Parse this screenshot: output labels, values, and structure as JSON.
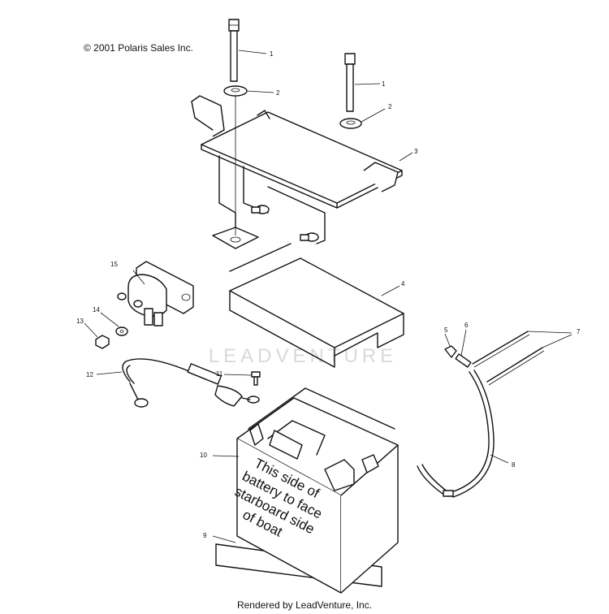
{
  "copyright": "© 2001 Polaris Sales Inc.",
  "footer": "Rendered by LeadVenture, Inc.",
  "watermark": "LEADVENTURE",
  "battery_label": [
    "This side of",
    "battery to face",
    "starboard side",
    "of boat"
  ],
  "callouts": {
    "c1a": "1",
    "c1b": "1",
    "c2a": "2",
    "c2b": "2",
    "c3": "3",
    "c4": "4",
    "c5": "5",
    "c6": "6",
    "c7": "7",
    "c8": "8",
    "c9": "9",
    "c10": "10",
    "c11": "11",
    "c12": "12",
    "c13": "13",
    "c14": "14",
    "c15": "15"
  }
}
